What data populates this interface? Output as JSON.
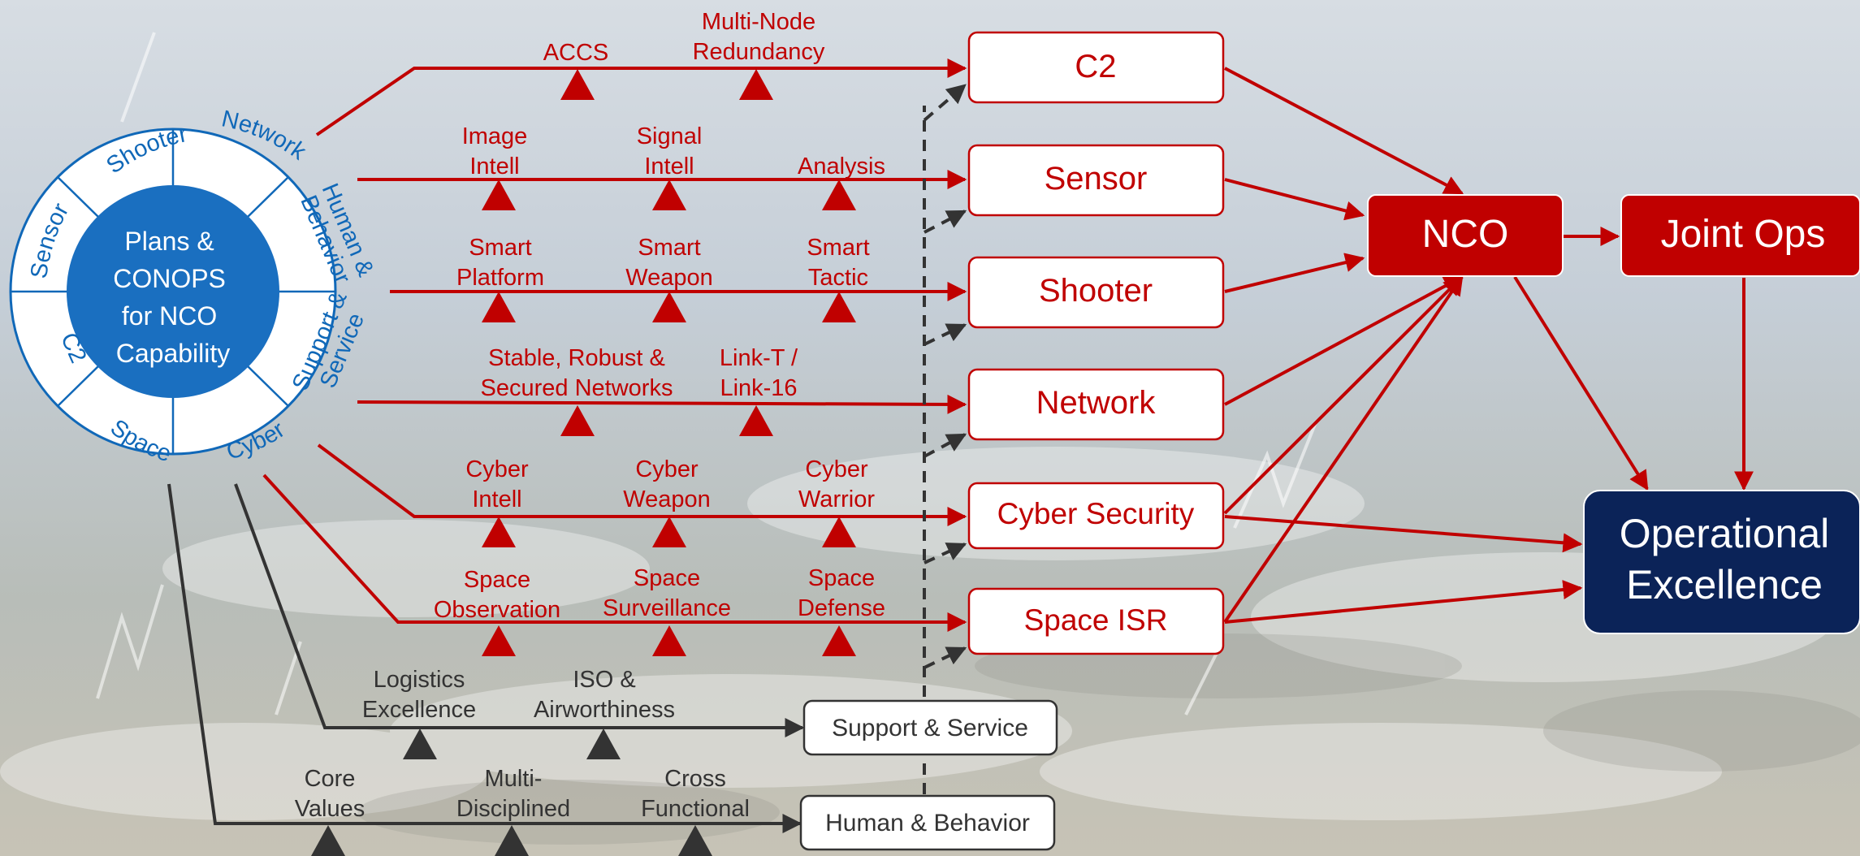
{
  "colors": {
    "accent_red": "#c00000",
    "core_blue": "#1a6fc0",
    "ring_blue": "#1068b8",
    "navy": "#0b2358",
    "dark_gray": "#333333"
  },
  "wheel": {
    "core_lines": [
      "Plans &",
      "CONOPS",
      "for NCO",
      "Capability"
    ],
    "segments": {
      "shooter": [
        "Shooter"
      ],
      "network": [
        "Network"
      ],
      "human_behavior": [
        "Human &",
        "Behavior"
      ],
      "support_service": [
        "Support &",
        "Service"
      ],
      "cyber": [
        "Cyber"
      ],
      "space": [
        "Space"
      ],
      "c2": [
        "C2"
      ],
      "sensor": [
        "Sensor"
      ]
    }
  },
  "capability_boxes": {
    "c2": "C2",
    "sensor": "Sensor",
    "shooter": "Shooter",
    "network": "Network",
    "cyber_security": "Cyber Security",
    "space_isr": "Space ISR",
    "support_service": "Support & Service",
    "human_behavior": "Human & Behavior"
  },
  "outcomes": {
    "nco": "NCO",
    "joint_ops": "Joint Ops",
    "operational_excellence": [
      "Operational",
      "Excellence"
    ]
  },
  "enablers": {
    "c2": [
      [
        "ACCS"
      ],
      [
        "Multi-Node",
        "Redundancy"
      ]
    ],
    "sensor": [
      [
        "Image",
        "Intell"
      ],
      [
        "Signal",
        "Intell"
      ],
      [
        "Analysis"
      ]
    ],
    "shooter": [
      [
        "Smart",
        "Platform"
      ],
      [
        "Smart",
        "Weapon"
      ],
      [
        "Smart",
        "Tactic"
      ]
    ],
    "network": [
      [
        "Stable, Robust &",
        "Secured Networks"
      ],
      [
        "Link-T /",
        "Link-16"
      ]
    ],
    "cyber": [
      [
        "Cyber",
        "Intell"
      ],
      [
        "Cyber",
        "Weapon"
      ],
      [
        "Cyber",
        "Warrior"
      ]
    ],
    "space": [
      [
        "Space",
        "Observation"
      ],
      [
        "Space",
        "Surveillance"
      ],
      [
        "Space",
        "Defense"
      ]
    ],
    "support": [
      [
        "Logistics",
        "Excellence"
      ],
      [
        "ISO &",
        "Airworthiness"
      ]
    ],
    "human": [
      [
        "Core",
        "Values"
      ],
      [
        "Multi-",
        "Disciplined"
      ],
      [
        "Cross",
        "Functional"
      ]
    ]
  }
}
